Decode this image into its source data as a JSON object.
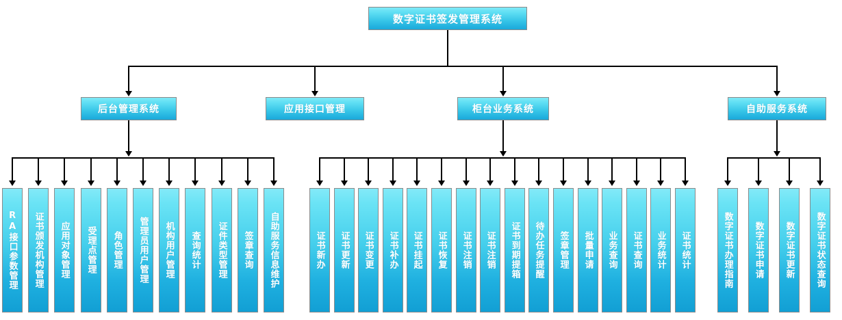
{
  "diagram": {
    "title": "数字证书签发管理系统",
    "type": "organization-tree",
    "levels": 3,
    "colors": {
      "node_top": "#7FE9F7",
      "node_bottom": "#16A6D8",
      "node_border": "#8A8A8A",
      "connector": "#000000",
      "label": "#FFFFFF",
      "background": "#FFFFFF"
    }
  },
  "root": {
    "label": "数字证书签发管理系统"
  },
  "branches": [
    {
      "id": "backend",
      "label": "后台管理系统",
      "children": [
        {
          "label": "RA接口参数管理"
        },
        {
          "label": "证书颁发机构管理"
        },
        {
          "label": "应用对象管理"
        },
        {
          "label": "受理点管理"
        },
        {
          "label": "角色管理"
        },
        {
          "label": "管理员用户管理"
        },
        {
          "label": "机构用户管理"
        },
        {
          "label": "查询统计"
        },
        {
          "label": "证件类型管理"
        },
        {
          "label": "签章查询"
        },
        {
          "label": "自助服务信息维护"
        }
      ]
    },
    {
      "id": "api",
      "label": "应用接口管理",
      "children": []
    },
    {
      "id": "counter",
      "label": "柜台业务系统",
      "children": [
        {
          "label": "证书新办"
        },
        {
          "label": "证书更新"
        },
        {
          "label": "证书变更"
        },
        {
          "label": "证书补办"
        },
        {
          "label": "证书挂起"
        },
        {
          "label": "证书恢复"
        },
        {
          "label": "证书注销"
        },
        {
          "label": "证书注销"
        },
        {
          "label": "证书到期提箱"
        },
        {
          "label": "待办任务提醒"
        },
        {
          "label": "签章管理"
        },
        {
          "label": "批量申请"
        },
        {
          "label": "业务查询"
        },
        {
          "label": "证书查询"
        },
        {
          "label": "业务统计"
        },
        {
          "label": "证书统计"
        }
      ]
    },
    {
      "id": "selfservice",
      "label": "自助服务系统",
      "children": [
        {
          "label": "数字证书办理指南"
        },
        {
          "label": "数字证书申请"
        },
        {
          "label": "数字证书更新"
        },
        {
          "label": "数字证书状态查询"
        }
      ]
    }
  ]
}
